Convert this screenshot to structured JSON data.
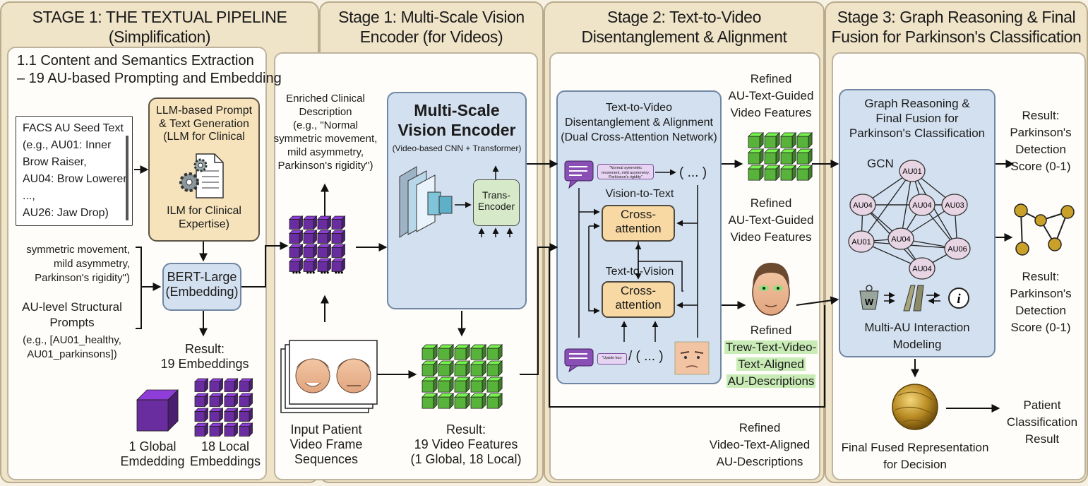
{
  "stages": {
    "s0": {
      "title_1": "STAGE 1: THE TEXTUAL PIPELINE",
      "title_2": "(Simplification)"
    },
    "s1": {
      "title_1": "Stage 1: Multi-Scale Vision",
      "title_2": "Encoder (for Videos)"
    },
    "s2": {
      "title_1": "Stage 2: Text-to-Video",
      "title_2": "Disentanglement & Alignment"
    },
    "s3": {
      "title_1": "Stage 3: Graph Reasoning & Final",
      "title_2": "Fusion for Parkinson's Classification"
    }
  },
  "textual": {
    "heading_1": "1.1 Content and Semantics Extraction",
    "heading_2": "– 19 AU-based Prompting and Embedding",
    "seed_lines": [
      "FACS AU Seed Text",
      "(e.g., AU01: Inner",
      "Brow Raiser,",
      "AU04: Brow Lowerer,",
      "...,",
      "AU26: Jaw Drop)"
    ],
    "llm_lines": [
      "LLM-based Prompt",
      "& Text Generation",
      "(LLM for Clinical"
    ],
    "llm_caption": [
      "ILM for Clinical",
      "Expertise)"
    ],
    "desc_lines": [
      "symmetric movement,",
      "mild asymmetry,",
      "Parkinson's rigidity\")"
    ],
    "structural_lines": [
      "AU-level Structural",
      "Prompts"
    ],
    "structural_example": [
      "(e.g., [AU01_healthy,",
      "AU01_parkinsons])"
    ],
    "bert_lines": [
      "BERT-Large",
      "(Embedding)"
    ],
    "result_lines": [
      "Result:",
      "19 Embeddings"
    ],
    "global_lines": [
      "1 Global",
      "Emdedding"
    ],
    "local_lines": [
      "18 Local",
      "Embeddings"
    ]
  },
  "vision": {
    "enriched_lines": [
      "Enriched Clinical",
      "Description",
      "(e.g., \"Normal",
      "symmetric movement,",
      "mild asymmetry,",
      "Parkinson's rigidity\")"
    ],
    "encoder_title": [
      "Multi-Scale",
      "Vision Encoder"
    ],
    "encoder_sub": "(Video-based CNN + Transformer)",
    "trans_lines": [
      "Trans-",
      "Encoder"
    ],
    "input_lines": [
      "Input Patient",
      "Video Frame",
      "Sequences"
    ],
    "result_lines": [
      "Result:",
      "19 Video Features",
      "(1 Global, 18 Local)"
    ]
  },
  "align": {
    "box_title": [
      "Text-to-Video",
      "Disentanglement & Alignment",
      "(Dual Cross-Attention Network)"
    ],
    "bubble_text": "\"Normal symmetric movement, mild asymmetry, Parkinson's rigidity\"",
    "ellipsis": "( ... )",
    "v2t_label": "Vision-to-Text",
    "t2v_label": "Text-to-Vision",
    "cross_lines": [
      "Cross-",
      "attention"
    ],
    "bottom_chip": "\"Upside Irus-Rotte\"",
    "bottom_sep": "/ ( ... )",
    "refined_1": [
      "Refined",
      "AU-Text-Guided",
      "Video Features"
    ],
    "refined_2": [
      "Refined",
      "AU-Text-Guided",
      "Video Features"
    ],
    "refined_3_title": "Refined",
    "refined_3_lines": [
      "Trew-Text-Video-",
      "Text-Aligned",
      "AU-Descriptions"
    ],
    "refined_4": [
      "Refined",
      "Video-Text-Aligned",
      "AU-Descriptions"
    ]
  },
  "graph": {
    "box_title": [
      "Graph Reasoning &",
      "Final Fusion for",
      "Parkinson's Classification"
    ],
    "gcn": "GCN",
    "nodes": [
      "AU01",
      "AU04",
      "AU04",
      "AU03",
      "AU01",
      "AU04",
      "AU06",
      "AU04"
    ],
    "weight_label": "W",
    "info_label": "i",
    "interaction_lines": [
      "Multi-AU Interaction",
      "Modeling"
    ],
    "result_1": [
      "Result:",
      "Parkinson's",
      "Detection",
      "Score (0-1)"
    ],
    "result_2": [
      "Result:",
      "Parkinson's",
      "Detection",
      "Score (0-1)"
    ],
    "fused_lines": [
      "Final Fused Representation",
      "for Decision"
    ],
    "patient_lines": [
      "Patient",
      "Classification",
      "Result"
    ]
  },
  "colors": {
    "purple": "#6a2da0",
    "green": "#58b33a",
    "panel_blue": "#d3e0ef",
    "panel_beige": "#f6e3bb",
    "cross_orange": "#f8d9a3",
    "node_pink": "#e8d5e4",
    "node_gold": "#c9a028"
  }
}
